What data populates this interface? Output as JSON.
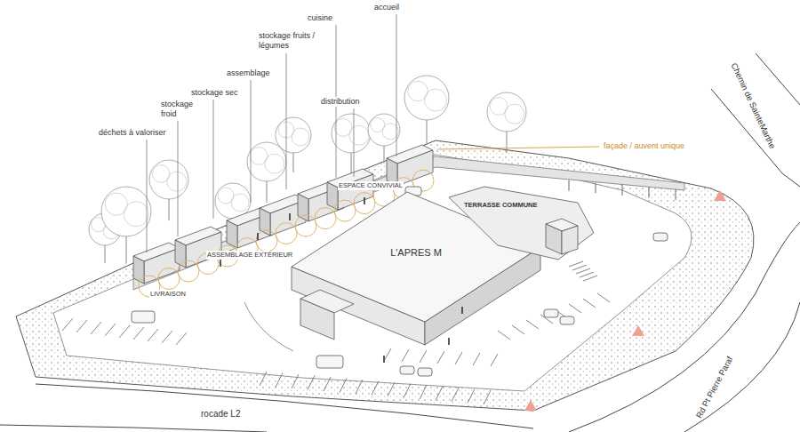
{
  "diagram": {
    "nodes": [
      {
        "text": [
          "L'APRES M"
        ]
      },
      {
        "text": [
          "TERRASSE COMMUNE"
        ]
      }
    ],
    "labels": [
      "accueil",
      "cuisine",
      "stockage fruits / légumes",
      "assemblage",
      "stockage sec",
      "stockage froid",
      "déchets à valoriser",
      "distribution",
      "façade / auvent unique",
      "ESPACE CONVIVIAL",
      "ASSEMBLAGE EXTÉRIEUR",
      "LIVRAISON",
      "Chemin de SainteMarthe",
      "Rd Pt Pierre Paraf",
      "rocade L2"
    ]
  }
}
